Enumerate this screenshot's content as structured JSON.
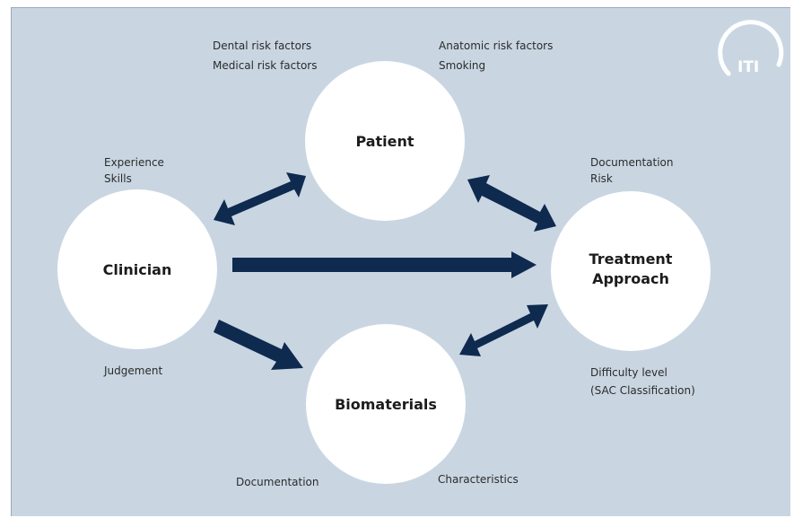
{
  "logo": {
    "text": "ITI"
  },
  "nodes": {
    "patient": {
      "label": "Patient"
    },
    "clinician": {
      "label": "Clinician"
    },
    "treatment": {
      "label_line1": "Treatment",
      "label_line2": "Approach"
    },
    "biomaterials": {
      "label": "Biomaterials"
    }
  },
  "notes": {
    "patient_left": [
      "Dental risk factors",
      "Medical risk factors"
    ],
    "patient_right": [
      "Anatomic risk factors",
      "Smoking"
    ],
    "clinician_top": [
      "Experience",
      "Skills"
    ],
    "clinician_bottom": [
      "Judgement"
    ],
    "treatment_top": [
      "Documentation",
      "Risk"
    ],
    "treatment_bottom": [
      "Difficulty level",
      "(SAC Classification)"
    ],
    "biomaterials_left": [
      "Documentation"
    ],
    "biomaterials_right": [
      "Characteristics"
    ]
  },
  "colors": {
    "background": "#c9d6e2",
    "node_fill": "#ffffff",
    "arrow": "#0f2a4f"
  }
}
